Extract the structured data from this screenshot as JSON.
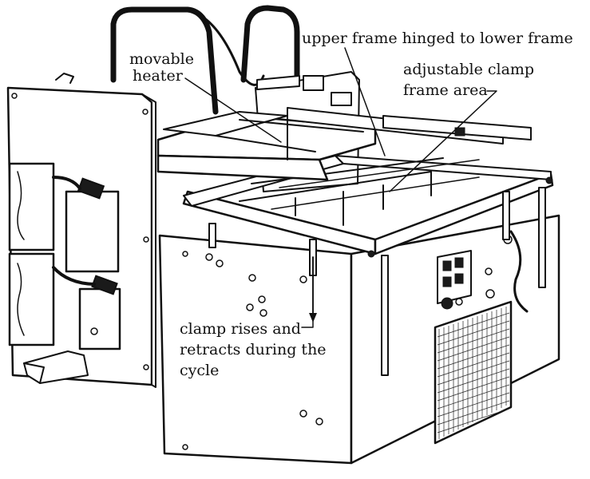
{
  "figure": {
    "labels": {
      "heater_line1": "movable",
      "heater_line2": "heater",
      "hinge": "upper frame hinged to lower frame",
      "clamp_area_line1": "adjustable clamp",
      "clamp_area_line2": "frame area",
      "clamp_rises_line1": "clamp rises and",
      "clamp_rises_line2": "retracts during the",
      "clamp_rises_line3": "cycle"
    }
  }
}
